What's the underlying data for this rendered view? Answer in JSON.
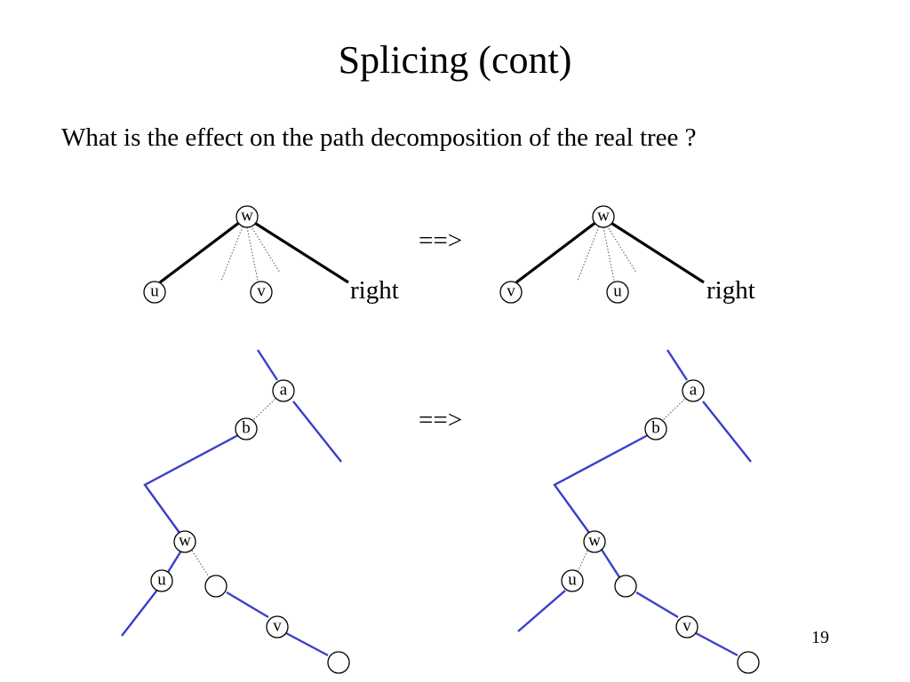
{
  "slide": {
    "title": "Splicing (cont)",
    "question": "What is the effect on the path decomposition of the real tree ?",
    "page_number": "19"
  },
  "top_left": {
    "root": "w",
    "left_child": "u",
    "mid_child": "v",
    "right_label": "right"
  },
  "top_right": {
    "root": "w",
    "left_child": "v",
    "mid_child": "u",
    "right_label": "right"
  },
  "arrows": {
    "top": "==>",
    "bottom": "==>"
  },
  "bottom_left": {
    "a": "a",
    "b": "b",
    "w": "w",
    "u": "u",
    "v": "v"
  },
  "bottom_right": {
    "a": "a",
    "b": "b",
    "w": "w",
    "u": "u",
    "v": "v"
  },
  "colors": {
    "path_blue": "#3a3fc8",
    "thick_black": "#000000"
  }
}
